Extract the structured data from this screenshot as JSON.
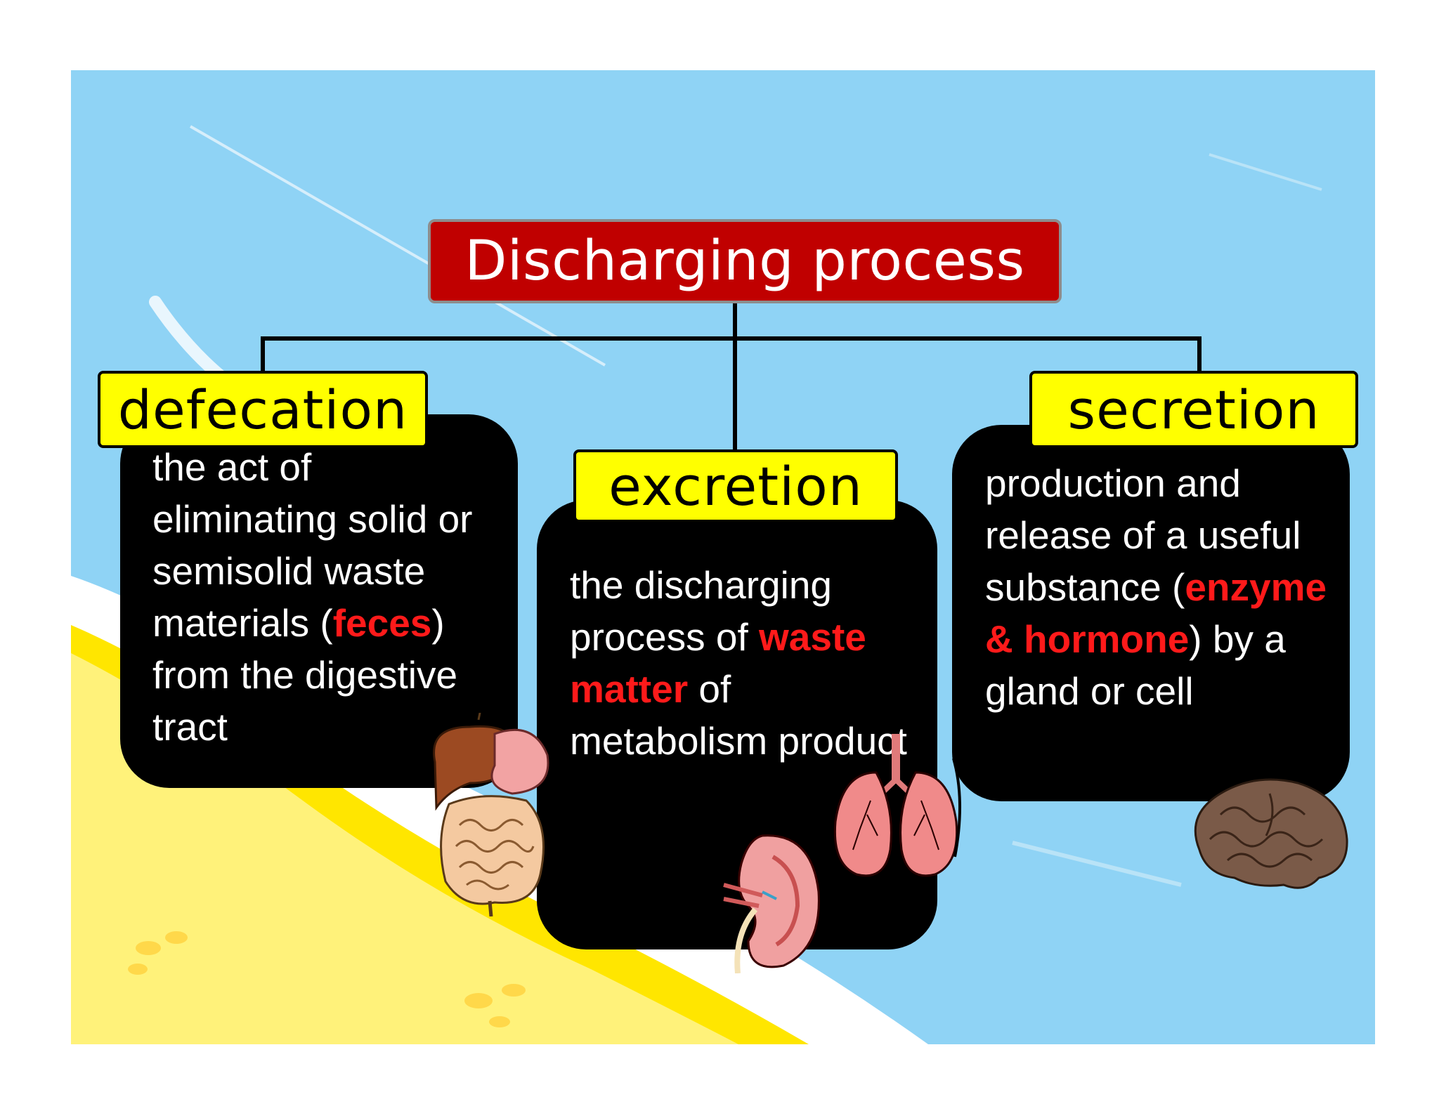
{
  "colors": {
    "sky": "#8fd3f5",
    "sand": "#fff27a",
    "sand_edge": "#ffe600",
    "title_bg": "#c00000",
    "label_bg": "#ffff00",
    "card_bg": "#000000",
    "highlight": "#ff1a1a"
  },
  "title": "Discharging process",
  "branches": [
    {
      "label": "defecation",
      "desc": [
        {
          "text": "the act of eliminating solid or semisolid waste materials (",
          "highlight": false
        },
        {
          "text": "feces",
          "highlight": true
        },
        {
          "text": ") from the digestive tract",
          "highlight": false
        }
      ],
      "icon": "digestive-system-icon"
    },
    {
      "label": "excretion",
      "desc": [
        {
          "text": "the discharging process of ",
          "highlight": false
        },
        {
          "text": "waste matter",
          "highlight": true
        },
        {
          "text": " of metabolism product",
          "highlight": false
        }
      ],
      "icon": [
        "lungs-icon",
        "kidney-icon"
      ]
    },
    {
      "label": "secretion",
      "desc": [
        {
          "text": "production and release of a useful substance (",
          "highlight": false
        },
        {
          "text": "enzyme & hormone",
          "highlight": true
        },
        {
          "text": ") by a gland or cell",
          "highlight": false
        }
      ],
      "icon": "brain-icon"
    }
  ]
}
